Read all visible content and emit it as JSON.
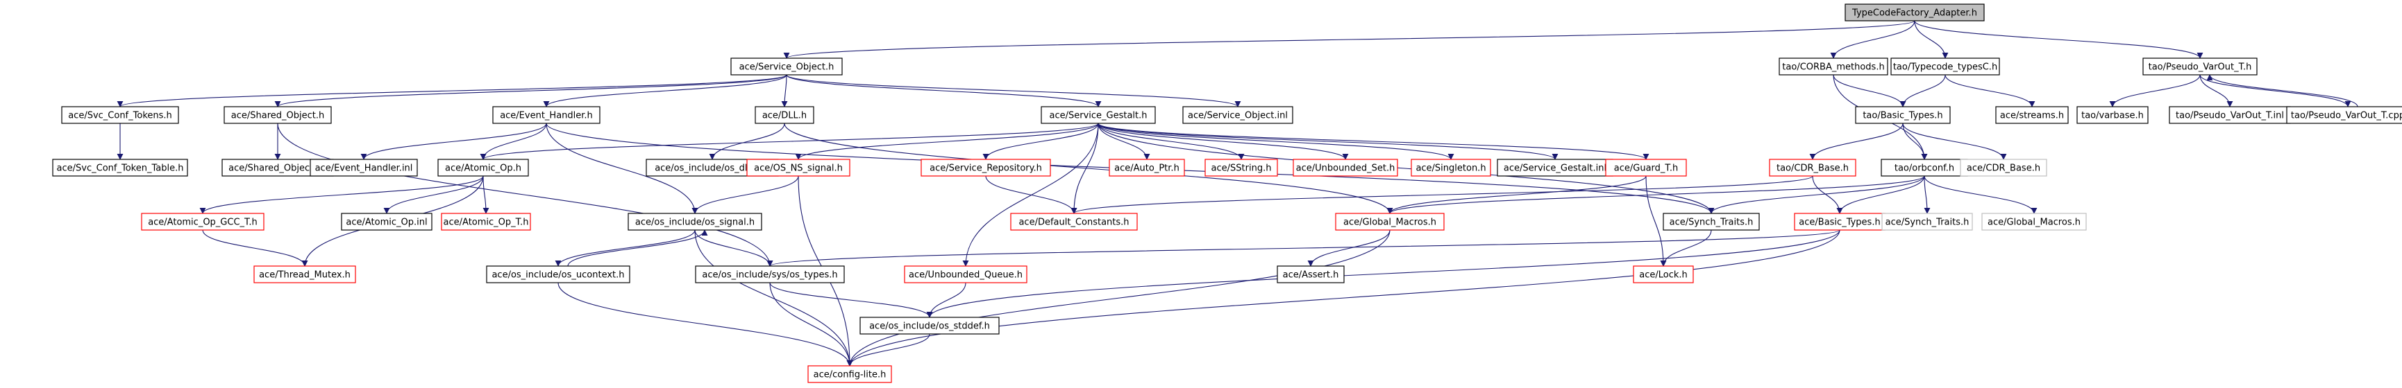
{
  "graph": {
    "edge_color": "#191970",
    "nodes": [
      {
        "id": "root",
        "label": "TypeCodeFactory_Adapter.h",
        "style": "root"
      },
      {
        "id": "service_object",
        "label": "ace/Service_Object.h",
        "style": "black"
      },
      {
        "id": "corba_methods",
        "label": "tao/CORBA_methods.h",
        "style": "black"
      },
      {
        "id": "typecode_typesc",
        "label": "tao/Typecode_typesC.h",
        "style": "black"
      },
      {
        "id": "pseudo_varout_t",
        "label": "tao/Pseudo_VarOut_T.h",
        "style": "black"
      },
      {
        "id": "svc_conf_tokens",
        "label": "ace/Svc_Conf_Tokens.h",
        "style": "black"
      },
      {
        "id": "shared_object",
        "label": "ace/Shared_Object.h",
        "style": "black"
      },
      {
        "id": "event_handler",
        "label": "ace/Event_Handler.h",
        "style": "black"
      },
      {
        "id": "dll",
        "label": "ace/DLL.h",
        "style": "black"
      },
      {
        "id": "service_gestalt",
        "label": "ace/Service_Gestalt.h",
        "style": "black"
      },
      {
        "id": "service_object_inl",
        "label": "ace/Service_Object.inl",
        "style": "black"
      },
      {
        "id": "basic_types_tao",
        "label": "tao/Basic_Types.h",
        "style": "black"
      },
      {
        "id": "streams",
        "label": "ace/streams.h",
        "style": "black"
      },
      {
        "id": "varbase",
        "label": "tao/varbase.h",
        "style": "black"
      },
      {
        "id": "pseudo_varout_t_inl",
        "label": "tao/Pseudo_VarOut_T.inl",
        "style": "black"
      },
      {
        "id": "pseudo_varout_t_cpp",
        "label": "tao/Pseudo_VarOut_T.cpp",
        "style": "black"
      },
      {
        "id": "svc_conf_token_table",
        "label": "ace/Svc_Conf_Token_Table.h",
        "style": "black"
      },
      {
        "id": "shared_object_inl",
        "label": "ace/Shared_Object.inl",
        "style": "black"
      },
      {
        "id": "event_handler_inl",
        "label": "ace/Event_Handler.inl",
        "style": "black"
      },
      {
        "id": "atomic_op",
        "label": "ace/Atomic_Op.h",
        "style": "black"
      },
      {
        "id": "os_dlfcn",
        "label": "ace/os_include/os_dlfcn.h",
        "style": "black"
      },
      {
        "id": "os_ns_signal",
        "label": "ace/OS_NS_signal.h",
        "style": "red"
      },
      {
        "id": "service_repository",
        "label": "ace/Service_Repository.h",
        "style": "red"
      },
      {
        "id": "auto_ptr",
        "label": "ace/Auto_Ptr.h",
        "style": "red"
      },
      {
        "id": "sstring",
        "label": "ace/SString.h",
        "style": "red"
      },
      {
        "id": "unbounded_set",
        "label": "ace/Unbounded_Set.h",
        "style": "red"
      },
      {
        "id": "singleton",
        "label": "ace/Singleton.h",
        "style": "red"
      },
      {
        "id": "service_gestalt_inl",
        "label": "ace/Service_Gestalt.inl",
        "style": "black"
      },
      {
        "id": "guard_t",
        "label": "ace/Guard_T.h",
        "style": "red"
      },
      {
        "id": "cdr_base_red",
        "label": "tao/CDR_Base.h",
        "style": "red"
      },
      {
        "id": "orbconf",
        "label": "tao/orbconf.h",
        "style": "black"
      },
      {
        "id": "cdr_base_gray",
        "label": "ace/CDR_Base.h",
        "style": "gray"
      },
      {
        "id": "atomic_op_gcc_t",
        "label": "ace/Atomic_Op_GCC_T.h",
        "style": "red"
      },
      {
        "id": "atomic_op_inl",
        "label": "ace/Atomic_Op.inl",
        "style": "black"
      },
      {
        "id": "atomic_op_t",
        "label": "ace/Atomic_Op_T.h",
        "style": "red"
      },
      {
        "id": "os_signal",
        "label": "ace/os_include/os_signal.h",
        "style": "black"
      },
      {
        "id": "default_constants",
        "label": "ace/Default_Constants.h",
        "style": "red"
      },
      {
        "id": "global_macros_red",
        "label": "ace/Global_Macros.h",
        "style": "red"
      },
      {
        "id": "synch_traits_black",
        "label": "ace/Synch_Traits.h",
        "style": "black"
      },
      {
        "id": "basic_types_ace",
        "label": "ace/Basic_Types.h",
        "style": "red"
      },
      {
        "id": "synch_traits_gray",
        "label": "ace/Synch_Traits.h",
        "style": "gray"
      },
      {
        "id": "global_macros_gray",
        "label": "ace/Global_Macros.h",
        "style": "gray"
      },
      {
        "id": "thread_mutex",
        "label": "ace/Thread_Mutex.h",
        "style": "red"
      },
      {
        "id": "os_ucontext",
        "label": "ace/os_include/os_ucontext.h",
        "style": "black"
      },
      {
        "id": "sys_os_types",
        "label": "ace/os_include/sys/os_types.h",
        "style": "black"
      },
      {
        "id": "unbounded_queue",
        "label": "ace/Unbounded_Queue.h",
        "style": "red"
      },
      {
        "id": "assert",
        "label": "ace/Assert.h",
        "style": "black"
      },
      {
        "id": "lock",
        "label": "ace/Lock.h",
        "style": "red"
      },
      {
        "id": "os_stddef",
        "label": "ace/os_include/os_stddef.h",
        "style": "black"
      },
      {
        "id": "config_lite",
        "label": "ace/config-lite.h",
        "style": "red"
      }
    ],
    "edges": [
      [
        "root",
        "service_object"
      ],
      [
        "root",
        "corba_methods"
      ],
      [
        "root",
        "typecode_typesc"
      ],
      [
        "root",
        "pseudo_varout_t"
      ],
      [
        "service_object",
        "svc_conf_tokens"
      ],
      [
        "service_object",
        "shared_object"
      ],
      [
        "service_object",
        "event_handler"
      ],
      [
        "service_object",
        "dll"
      ],
      [
        "service_object",
        "service_gestalt"
      ],
      [
        "service_object",
        "service_object_inl"
      ],
      [
        "svc_conf_tokens",
        "svc_conf_token_table"
      ],
      [
        "shared_object",
        "shared_object_inl"
      ],
      [
        "shared_object",
        "sys_os_types"
      ],
      [
        "event_handler",
        "event_handler_inl"
      ],
      [
        "event_handler",
        "atomic_op"
      ],
      [
        "event_handler",
        "os_signal"
      ],
      [
        "event_handler",
        "synch_traits_black"
      ],
      [
        "dll",
        "os_dlfcn"
      ],
      [
        "dll",
        "global_macros_red"
      ],
      [
        "service_gestalt",
        "atomic_op"
      ],
      [
        "service_gestalt",
        "os_ns_signal"
      ],
      [
        "service_gestalt",
        "service_repository"
      ],
      [
        "service_gestalt",
        "auto_ptr"
      ],
      [
        "service_gestalt",
        "sstring"
      ],
      [
        "service_gestalt",
        "unbounded_set"
      ],
      [
        "service_gestalt",
        "singleton"
      ],
      [
        "service_gestalt",
        "service_gestalt_inl"
      ],
      [
        "service_gestalt",
        "guard_t"
      ],
      [
        "service_gestalt",
        "default_constants"
      ],
      [
        "service_gestalt",
        "unbounded_queue"
      ],
      [
        "service_gestalt",
        "synch_traits_black"
      ],
      [
        "corba_methods",
        "basic_types_tao"
      ],
      [
        "corba_methods",
        "orbconf"
      ],
      [
        "typecode_typesc",
        "basic_types_tao"
      ],
      [
        "typecode_typesc",
        "streams"
      ],
      [
        "pseudo_varout_t",
        "varbase"
      ],
      [
        "pseudo_varout_t",
        "pseudo_varout_t_inl"
      ],
      [
        "pseudo_varout_t",
        "pseudo_varout_t_cpp"
      ],
      [
        "pseudo_varout_t_cpp",
        "pseudo_varout_t"
      ],
      [
        "basic_types_tao",
        "cdr_base_red"
      ],
      [
        "basic_types_tao",
        "orbconf"
      ],
      [
        "basic_types_tao",
        "cdr_base_gray"
      ],
      [
        "cdr_base_red",
        "basic_types_ace"
      ],
      [
        "cdr_base_red",
        "default_constants"
      ],
      [
        "orbconf",
        "global_macros_red"
      ],
      [
        "orbconf",
        "synch_traits_black"
      ],
      [
        "orbconf",
        "basic_types_ace"
      ],
      [
        "orbconf",
        "synch_traits_gray"
      ],
      [
        "orbconf",
        "global_macros_gray"
      ],
      [
        "atomic_op",
        "atomic_op_gcc_t"
      ],
      [
        "atomic_op",
        "atomic_op_inl"
      ],
      [
        "atomic_op",
        "atomic_op_t"
      ],
      [
        "atomic_op",
        "thread_mutex"
      ],
      [
        "atomic_op_gcc_t",
        "thread_mutex"
      ],
      [
        "os_ns_signal",
        "os_signal"
      ],
      [
        "os_ns_signal",
        "config_lite"
      ],
      [
        "service_repository",
        "default_constants"
      ],
      [
        "guard_t",
        "global_macros_red"
      ],
      [
        "guard_t",
        "lock"
      ],
      [
        "os_signal",
        "os_ucontext"
      ],
      [
        "os_signal",
        "sys_os_types"
      ],
      [
        "os_signal",
        "config_lite"
      ],
      [
        "os_ucontext",
        "os_signal"
      ],
      [
        "os_ucontext",
        "config_lite"
      ],
      [
        "global_macros_red",
        "assert"
      ],
      [
        "global_macros_red",
        "config_lite"
      ],
      [
        "synch_traits_black",
        "lock"
      ],
      [
        "basic_types_ace",
        "sys_os_types"
      ],
      [
        "basic_types_ace",
        "os_stddef"
      ],
      [
        "basic_types_ace",
        "config_lite"
      ],
      [
        "sys_os_types",
        "os_stddef"
      ],
      [
        "sys_os_types",
        "config_lite"
      ],
      [
        "unbounded_queue",
        "os_stddef"
      ],
      [
        "os_stddef",
        "config_lite"
      ]
    ]
  }
}
